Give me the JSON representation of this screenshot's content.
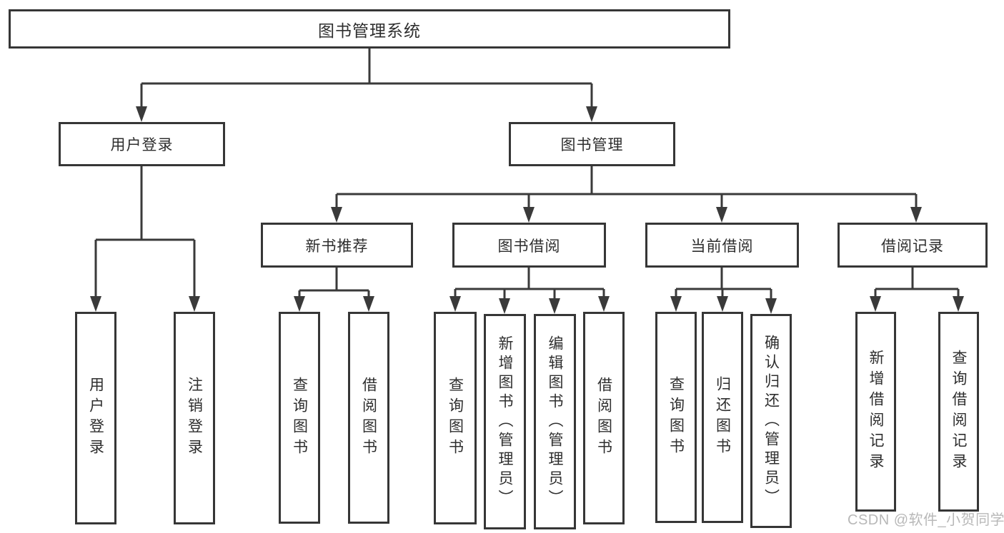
{
  "title": "图书管理系统",
  "nodes": {
    "user_login": "用户登录",
    "book_mgmt": "图书管理",
    "new_rec": "新书推荐",
    "book_borrow": "图书借阅",
    "current_borrow": "当前借阅",
    "borrow_record": "借阅记录"
  },
  "leaves": {
    "user_login": [
      "用户登录",
      "注销登录"
    ],
    "new_rec": [
      "查询图书",
      "借阅图书"
    ],
    "book_borrow": [
      "查询图书",
      "新增图书（管理员）",
      "编辑图书（管理员）",
      "借阅图书"
    ],
    "current_borrow": [
      "查询图书",
      "归还图书",
      "确认归还（管理员）"
    ],
    "borrow_record": [
      "新增借阅记录",
      "查询借阅记录"
    ]
  },
  "watermark": "CSDN @软件_小贺同学",
  "colors": {
    "line": "#3a3a3a",
    "border": "#363636",
    "text": "#2e2e2e",
    "background": "#ffffff",
    "watermark": "#b8b8b8"
  }
}
